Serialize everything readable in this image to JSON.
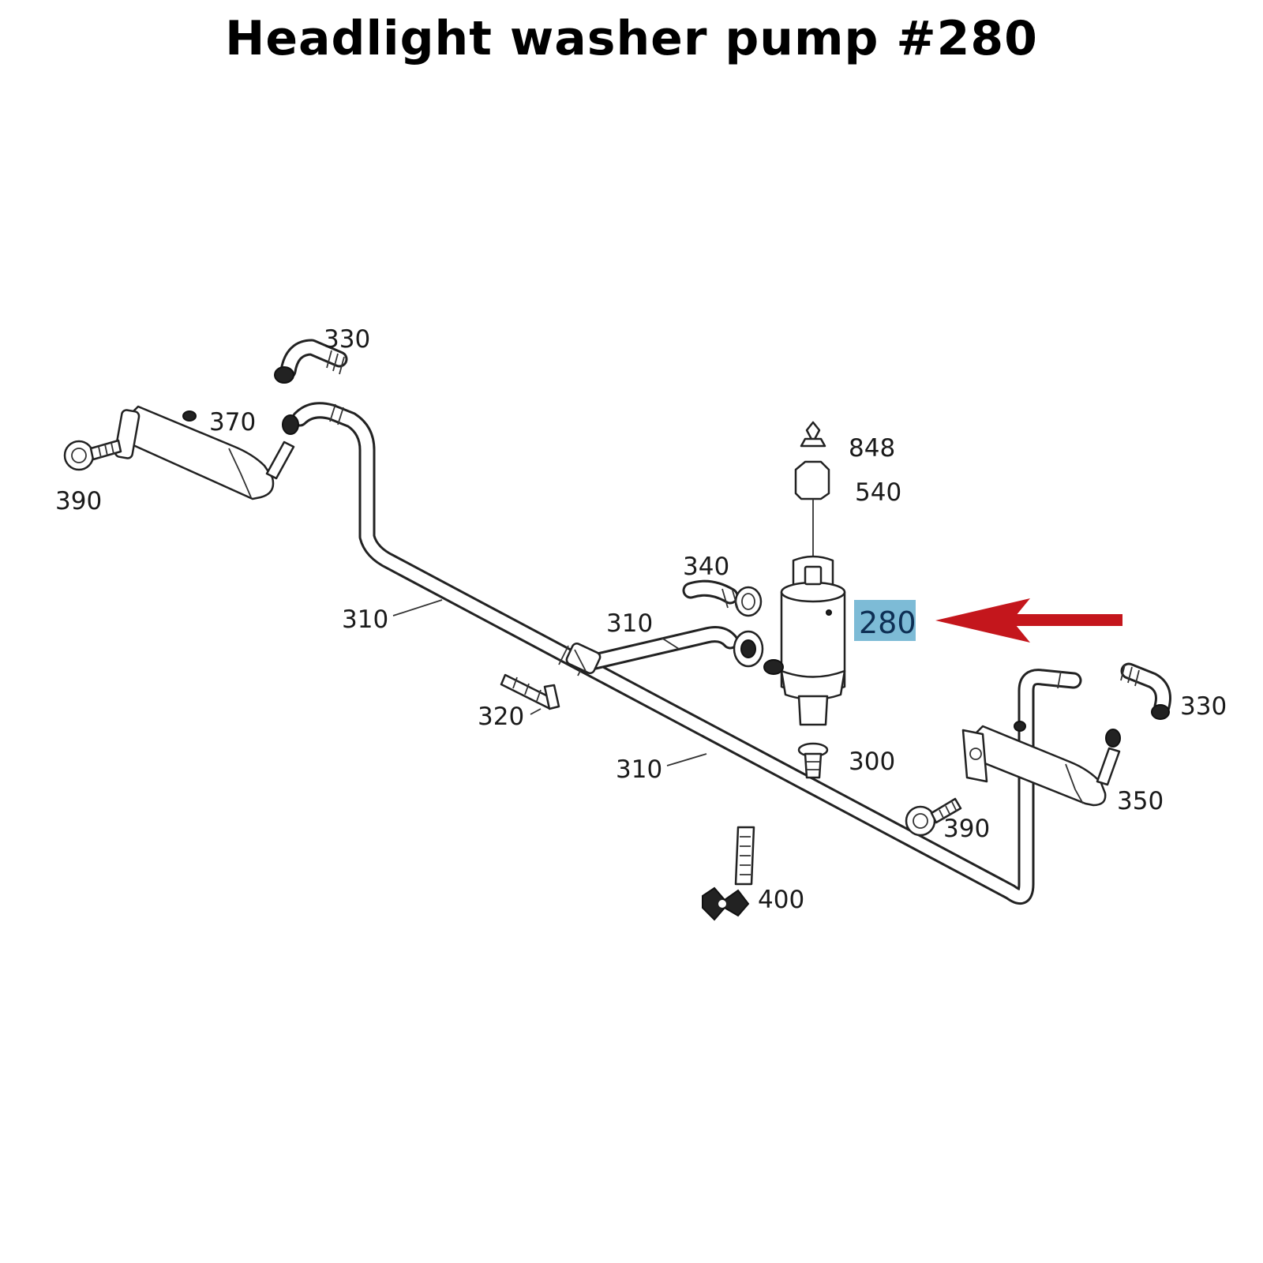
{
  "title": "Headlight washer pump #280",
  "highlight_color": "#7dbbd6",
  "arrow_color": "#c4161c",
  "labels": {
    "l330_top": "330",
    "l370": "370",
    "l390_left": "390",
    "l848": "848",
    "l540": "540",
    "l340": "340",
    "l280": "280",
    "l310_left": "310",
    "l310_mid": "310",
    "l310_low": "310",
    "l320": "320",
    "l300": "300",
    "l330_right": "330",
    "l350": "350",
    "l390_right": "390",
    "l400": "400"
  }
}
